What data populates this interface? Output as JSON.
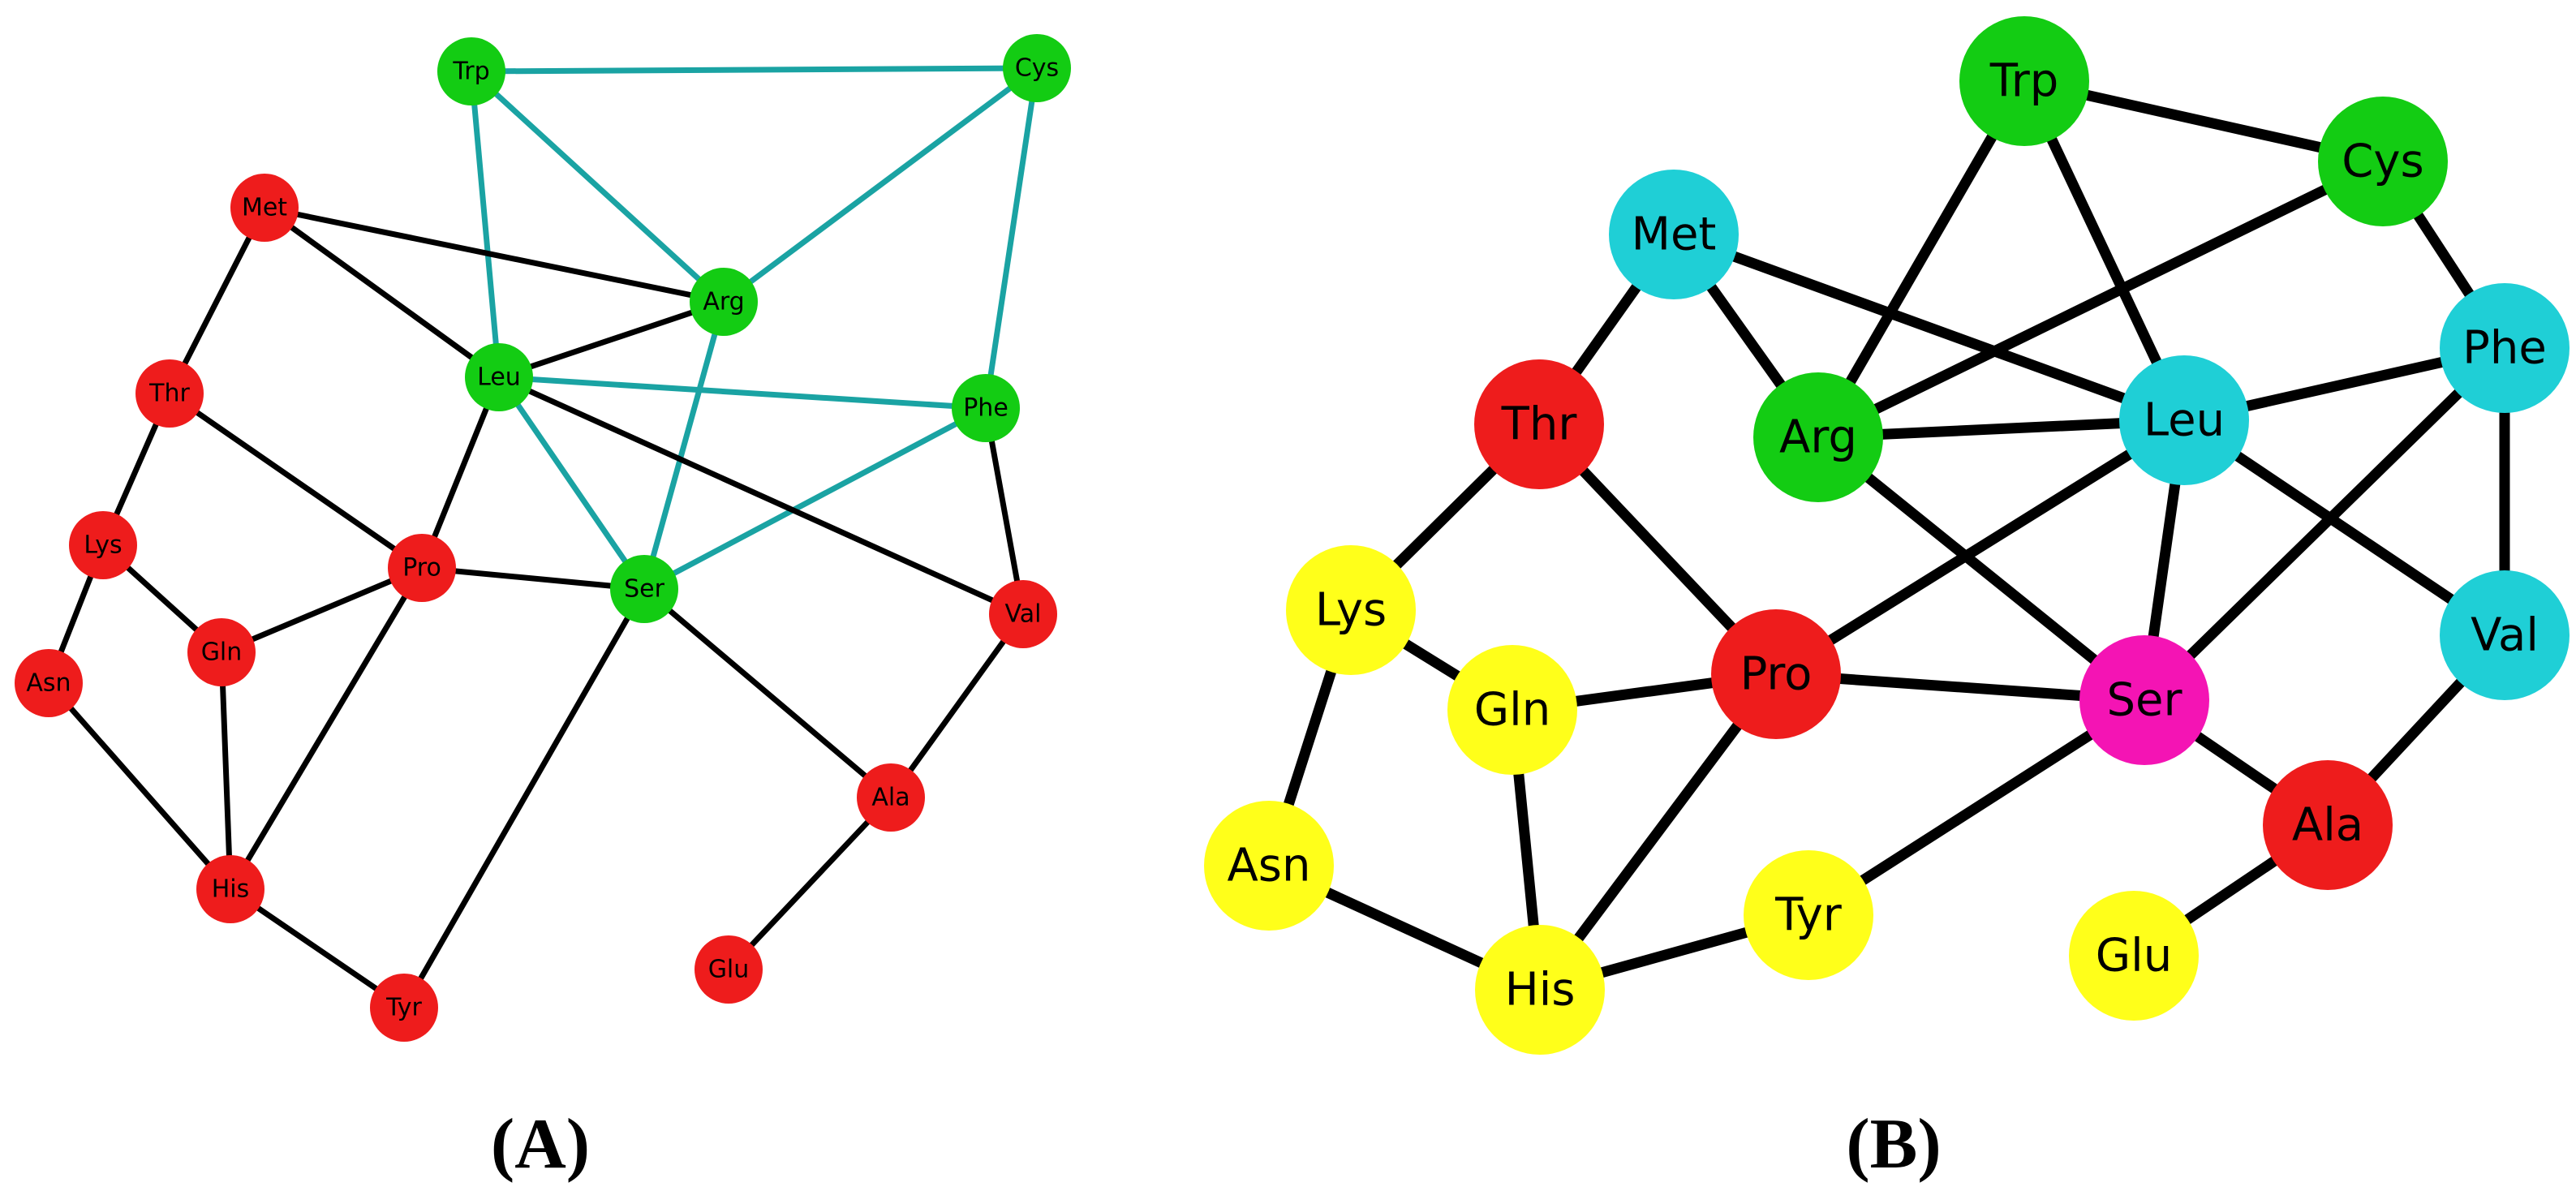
{
  "figure": {
    "panels": [
      {
        "id": "A",
        "caption": "(A)",
        "colors": {
          "red": "#ee1c1c",
          "green": "#13cc13",
          "black_edge": "#000000",
          "teal_edge": "#1aa3a3"
        },
        "nodes": [
          {
            "id": "Trp",
            "label": "Trp",
            "color": "#13cc13"
          },
          {
            "id": "Cys",
            "label": "Cys",
            "color": "#13cc13"
          },
          {
            "id": "Met",
            "label": "Met",
            "color": "#ee1c1c"
          },
          {
            "id": "Arg",
            "label": "Arg",
            "color": "#13cc13"
          },
          {
            "id": "Leu",
            "label": "Leu",
            "color": "#13cc13"
          },
          {
            "id": "Thr",
            "label": "Thr",
            "color": "#ee1c1c"
          },
          {
            "id": "Phe",
            "label": "Phe",
            "color": "#13cc13"
          },
          {
            "id": "Lys",
            "label": "Lys",
            "color": "#ee1c1c"
          },
          {
            "id": "Pro",
            "label": "Pro",
            "color": "#ee1c1c"
          },
          {
            "id": "Ser",
            "label": "Ser",
            "color": "#13cc13"
          },
          {
            "id": "Val",
            "label": "Val",
            "color": "#ee1c1c"
          },
          {
            "id": "Gln",
            "label": "Gln",
            "color": "#ee1c1c"
          },
          {
            "id": "Asn",
            "label": "Asn",
            "color": "#ee1c1c"
          },
          {
            "id": "Ala",
            "label": "Ala",
            "color": "#ee1c1c"
          },
          {
            "id": "His",
            "label": "His",
            "color": "#ee1c1c"
          },
          {
            "id": "Glu",
            "label": "Glu",
            "color": "#ee1c1c"
          },
          {
            "id": "Tyr",
            "label": "Tyr",
            "color": "#ee1c1c"
          }
        ],
        "edges": [
          {
            "from": "Trp",
            "to": "Cys",
            "color": "#1aa3a3"
          },
          {
            "from": "Trp",
            "to": "Leu",
            "color": "#1aa3a3"
          },
          {
            "from": "Trp",
            "to": "Arg",
            "color": "#1aa3a3"
          },
          {
            "from": "Cys",
            "to": "Arg",
            "color": "#1aa3a3"
          },
          {
            "from": "Cys",
            "to": "Phe",
            "color": "#1aa3a3"
          },
          {
            "from": "Leu",
            "to": "Phe",
            "color": "#1aa3a3"
          },
          {
            "from": "Leu",
            "to": "Ser",
            "color": "#1aa3a3"
          },
          {
            "from": "Arg",
            "to": "Ser",
            "color": "#1aa3a3"
          },
          {
            "from": "Phe",
            "to": "Ser",
            "color": "#1aa3a3"
          },
          {
            "from": "Met",
            "to": "Arg",
            "color": "#000000"
          },
          {
            "from": "Met",
            "to": "Leu",
            "color": "#000000"
          },
          {
            "from": "Met",
            "to": "Thr",
            "color": "#000000"
          },
          {
            "from": "Leu",
            "to": "Arg",
            "color": "#000000"
          },
          {
            "from": "Leu",
            "to": "Pro",
            "color": "#000000"
          },
          {
            "from": "Leu",
            "to": "Val",
            "color": "#000000"
          },
          {
            "from": "Thr",
            "to": "Lys",
            "color": "#000000"
          },
          {
            "from": "Thr",
            "to": "Pro",
            "color": "#000000"
          },
          {
            "from": "Lys",
            "to": "Asn",
            "color": "#000000"
          },
          {
            "from": "Lys",
            "to": "Gln",
            "color": "#000000"
          },
          {
            "from": "Gln",
            "to": "Pro",
            "color": "#000000"
          },
          {
            "from": "Gln",
            "to": "His",
            "color": "#000000"
          },
          {
            "from": "Asn",
            "to": "His",
            "color": "#000000"
          },
          {
            "from": "His",
            "to": "Pro",
            "color": "#000000"
          },
          {
            "from": "His",
            "to": "Tyr",
            "color": "#000000"
          },
          {
            "from": "Pro",
            "to": "Ser",
            "color": "#000000"
          },
          {
            "from": "Ser",
            "to": "Tyr",
            "color": "#000000"
          },
          {
            "from": "Ser",
            "to": "Ala",
            "color": "#000000"
          },
          {
            "from": "Phe",
            "to": "Val",
            "color": "#000000"
          },
          {
            "from": "Val",
            "to": "Ala",
            "color": "#000000"
          },
          {
            "from": "Ala",
            "to": "Glu",
            "color": "#000000"
          }
        ]
      },
      {
        "id": "B",
        "caption": "(B)",
        "colors": {
          "red": "#ee1c1c",
          "green": "#13cc13",
          "cyan": "#1fcfd6",
          "yellow": "#ffff1a",
          "magenta": "#f414b4",
          "edge": "#000000"
        },
        "nodes": [
          {
            "id": "Trp",
            "label": "Trp",
            "color": "#13cc13"
          },
          {
            "id": "Cys",
            "label": "Cys",
            "color": "#13cc13"
          },
          {
            "id": "Met",
            "label": "Met",
            "color": "#1fcfd6"
          },
          {
            "id": "Phe",
            "label": "Phe",
            "color": "#1fcfd6"
          },
          {
            "id": "Thr",
            "label": "Thr",
            "color": "#ee1c1c"
          },
          {
            "id": "Arg",
            "label": "Arg",
            "color": "#13cc13"
          },
          {
            "id": "Leu",
            "label": "Leu",
            "color": "#1fcfd6"
          },
          {
            "id": "Lys",
            "label": "Lys",
            "color": "#ffff1a"
          },
          {
            "id": "Val",
            "label": "Val",
            "color": "#1fcfd6"
          },
          {
            "id": "Gln",
            "label": "Gln",
            "color": "#ffff1a"
          },
          {
            "id": "Pro",
            "label": "Pro",
            "color": "#ee1c1c"
          },
          {
            "id": "Ser",
            "label": "Ser",
            "color": "#f414b4"
          },
          {
            "id": "Ala",
            "label": "Ala",
            "color": "#ee1c1c"
          },
          {
            "id": "Asn",
            "label": "Asn",
            "color": "#ffff1a"
          },
          {
            "id": "Tyr",
            "label": "Tyr",
            "color": "#ffff1a"
          },
          {
            "id": "Glu",
            "label": "Glu",
            "color": "#ffff1a"
          },
          {
            "id": "His",
            "label": "His",
            "color": "#ffff1a"
          }
        ],
        "edges": [
          {
            "from": "Trp",
            "to": "Cys"
          },
          {
            "from": "Trp",
            "to": "Arg"
          },
          {
            "from": "Trp",
            "to": "Leu"
          },
          {
            "from": "Cys",
            "to": "Arg"
          },
          {
            "from": "Cys",
            "to": "Phe"
          },
          {
            "from": "Met",
            "to": "Thr"
          },
          {
            "from": "Met",
            "to": "Arg"
          },
          {
            "from": "Met",
            "to": "Leu"
          },
          {
            "from": "Arg",
            "to": "Leu"
          },
          {
            "from": "Arg",
            "to": "Ser"
          },
          {
            "from": "Leu",
            "to": "Phe"
          },
          {
            "from": "Leu",
            "to": "Pro"
          },
          {
            "from": "Leu",
            "to": "Ser"
          },
          {
            "from": "Leu",
            "to": "Val"
          },
          {
            "from": "Phe",
            "to": "Val"
          },
          {
            "from": "Phe",
            "to": "Ser"
          },
          {
            "from": "Thr",
            "to": "Lys"
          },
          {
            "from": "Thr",
            "to": "Pro"
          },
          {
            "from": "Lys",
            "to": "Gln"
          },
          {
            "from": "Lys",
            "to": "Asn"
          },
          {
            "from": "Gln",
            "to": "Pro"
          },
          {
            "from": "Gln",
            "to": "His"
          },
          {
            "from": "Pro",
            "to": "Ser"
          },
          {
            "from": "Pro",
            "to": "His"
          },
          {
            "from": "Ser",
            "to": "Ala"
          },
          {
            "from": "Ser",
            "to": "Tyr"
          },
          {
            "from": "Val",
            "to": "Ala"
          },
          {
            "from": "Ala",
            "to": "Glu"
          },
          {
            "from": "Asn",
            "to": "His"
          },
          {
            "from": "His",
            "to": "Tyr"
          }
        ]
      }
    ]
  }
}
